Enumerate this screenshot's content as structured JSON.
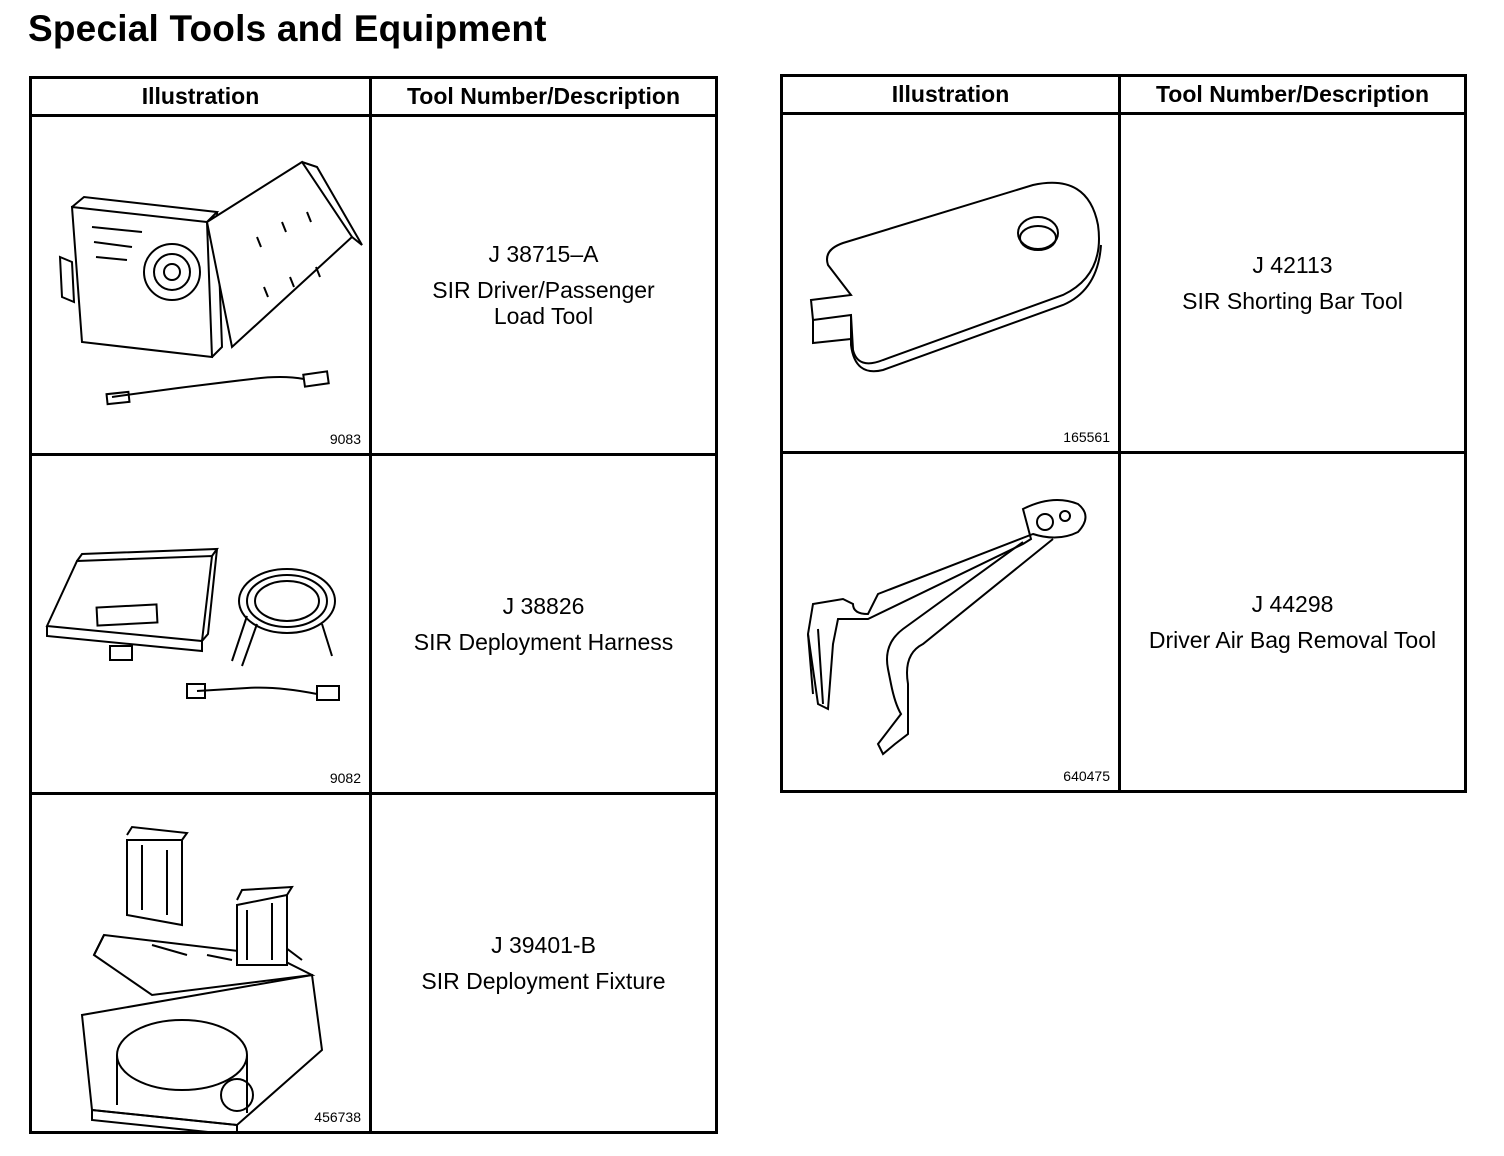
{
  "title": "Special Tools and Equipment",
  "columns": {
    "illustration": "Illustration",
    "tool": "Tool Number/Description"
  },
  "left_table": [
    {
      "number": "J 38715–A",
      "description": "SIR Driver/Passenger Load Tool",
      "fig": "9083"
    },
    {
      "number": "J 38826",
      "description": "SIR Deployment Harness",
      "fig": "9082"
    },
    {
      "number": "J 39401-B",
      "description": "SIR Deployment Fixture",
      "fig": "456738"
    }
  ],
  "right_table": [
    {
      "number": "J 42113",
      "description": "SIR Shorting Bar Tool",
      "fig": "165561"
    },
    {
      "number": "J 44298",
      "description": "Driver Air Bag Removal Tool",
      "fig": "640475"
    }
  ]
}
